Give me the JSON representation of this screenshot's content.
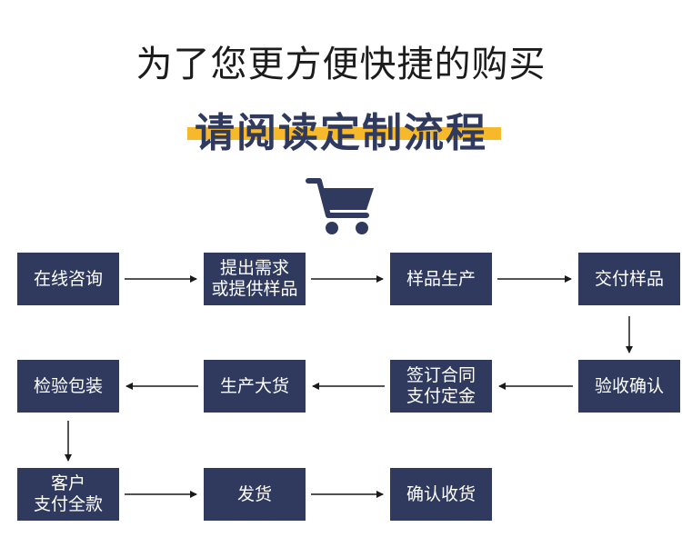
{
  "header": {
    "title": "为了您更方便快捷的购买",
    "subtitle": "请阅读定制流程"
  },
  "icons": {
    "cart": "shopping-cart-icon"
  },
  "colors": {
    "box": "#2f3a5e",
    "highlight": "#f6b92c",
    "text": "#ffffff"
  },
  "steps": [
    {
      "label": "在线咨询"
    },
    {
      "label": "提出需求\n或提供样品"
    },
    {
      "label": "样品生产"
    },
    {
      "label": "交付样品"
    },
    {
      "label": "验收确认"
    },
    {
      "label": "签订合同\n支付定金"
    },
    {
      "label": "生产大货"
    },
    {
      "label": "检验包装"
    },
    {
      "label": "客户\n支付全款"
    },
    {
      "label": "发货"
    },
    {
      "label": "确认收货"
    }
  ]
}
